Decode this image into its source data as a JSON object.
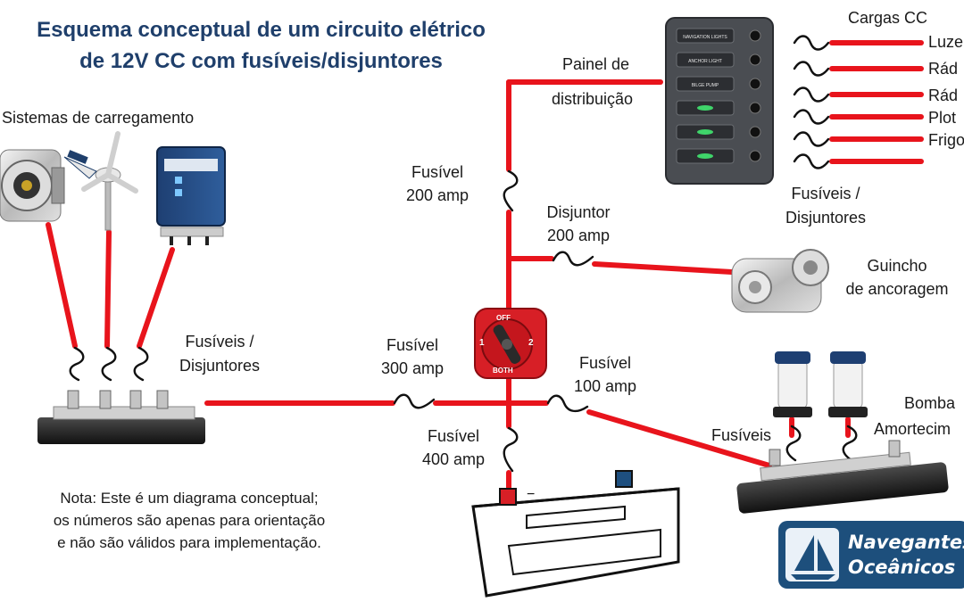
{
  "title": {
    "line1": "Esquema conceptual de um circuito elétrico",
    "line2": "de 12V CC  com fusíveis/disjuntores"
  },
  "charging": {
    "label": "Sistemas de carregamento",
    "fuses_line1": "Fusíveis /",
    "fuses_line2": "Disjuntores"
  },
  "panel": {
    "label_line1": "Painel de",
    "label_line2": "distribuição",
    "switch_labels": [
      "NAVIGATION LIGHTS",
      "ANCHOR LIGHT",
      "BILGE PUMP",
      "",
      "",
      ""
    ]
  },
  "dc_loads": {
    "title": "Cargas CC",
    "items": [
      "Luze",
      "Rád",
      "Rád",
      "Plot",
      "Frigo"
    ],
    "fuses_line1": "Fusíveis /",
    "fuses_line2": "Disjuntores"
  },
  "fuse_200": {
    "line1": "Fusível",
    "line2": "200 amp"
  },
  "breaker_200": {
    "line1": "Disjuntor",
    "line2": "200 amp"
  },
  "windlass": {
    "line1": "Guincho",
    "line2": "de ancoragem"
  },
  "fuse_300": {
    "line1": "Fusível",
    "line2": "300 amp"
  },
  "fuse_100": {
    "line1": "Fusível",
    "line2": "100 amp"
  },
  "fuse_400": {
    "line1": "Fusível",
    "line2": "400 amp"
  },
  "pumps": {
    "line1": "Bomba",
    "line2": "Amortecim",
    "fuses": "Fusíveis"
  },
  "switch": {
    "off": "OFF",
    "both": "BOTH",
    "one": "1",
    "two": "2"
  },
  "battery": {
    "minus": "−"
  },
  "note": {
    "line1": "Nota: Este é um diagrama conceptual;",
    "line2": "os números são apenas para orientação",
    "line3": "e não são válidos para implementação."
  },
  "logo": {
    "line1": "Navegantes",
    "line2": "Oceânicos"
  },
  "colors": {
    "wire": "#e8141c",
    "title": "#1f3f6b",
    "logo_bg": "#1d4f7c"
  }
}
